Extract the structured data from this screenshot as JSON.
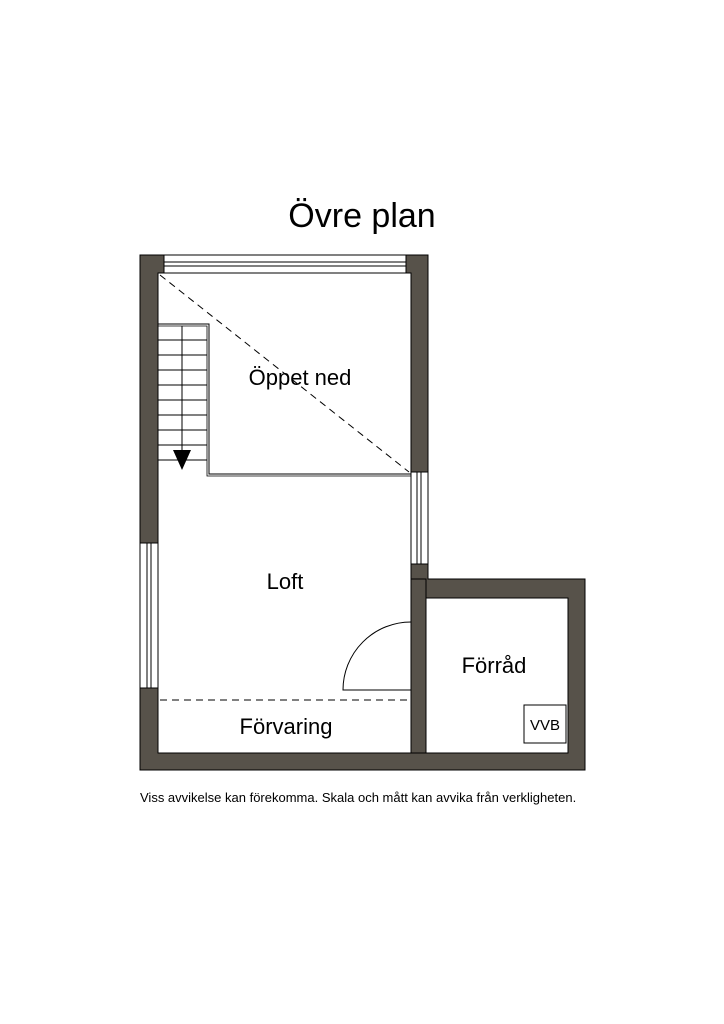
{
  "title": "Övre plan",
  "rooms": {
    "open_below": "Öppet ned",
    "loft": "Loft",
    "storage_room": "Förråd",
    "storage": "Förvaring",
    "water_heater": "VVB"
  },
  "disclaimer": "Viss avvikelse kan förekomma. Skala och mått kan avvika från verkligheten.",
  "colors": {
    "wall": "#57524a",
    "line": "#000000",
    "background": "#ffffff"
  }
}
